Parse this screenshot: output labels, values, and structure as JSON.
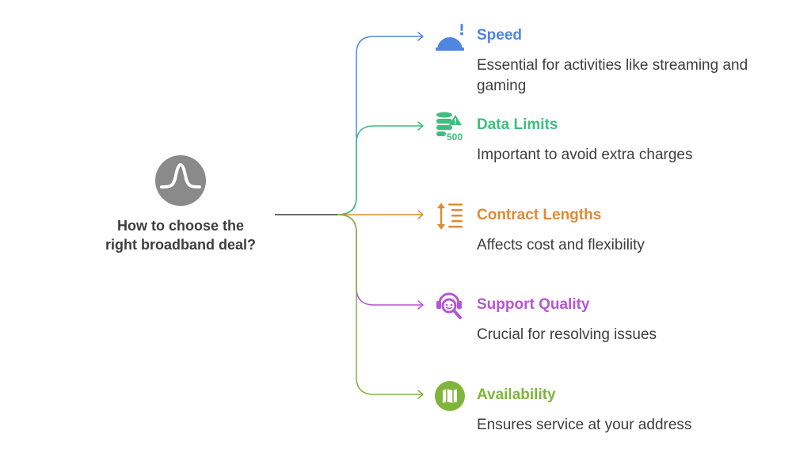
{
  "root": {
    "title": "How to choose the\nright broadband deal?",
    "icon": "signal-wave-icon",
    "color": "#8a8a8a"
  },
  "branches": [
    {
      "title": "Speed",
      "description": "Essential for activities like streaming and gaming",
      "icon": "radar-icon",
      "color": "#4f86e0"
    },
    {
      "title": "Data Limits",
      "description": "Important to avoid extra charges",
      "icon": "database-limit-icon",
      "icon_text": "500",
      "color": "#3dbf7d"
    },
    {
      "title": "Contract Lengths",
      "description": "Affects cost and flexibility",
      "icon": "length-list-icon",
      "color": "#e08a34"
    },
    {
      "title": "Support Quality",
      "description": "Crucial for resolving issues",
      "icon": "support-search-icon",
      "color": "#b655d6"
    },
    {
      "title": "Availability",
      "description": "Ensures service at your address",
      "icon": "map-icon",
      "color": "#7fb53b"
    }
  ]
}
